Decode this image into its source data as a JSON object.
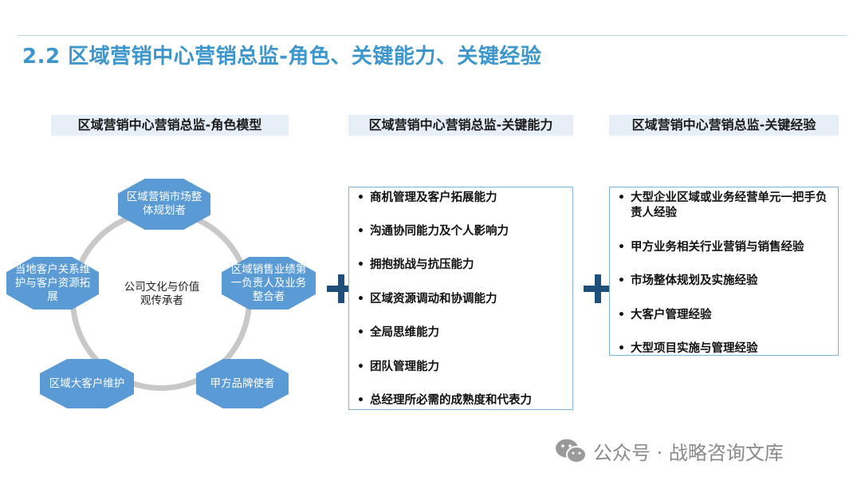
{
  "title": "2.2 区域营销中心营销总监-角色、关键能力、关键经验",
  "columns": {
    "role_header": "区域营销中心营销总监-角色模型",
    "ability_header": "区域营销中心营销总监-关键能力",
    "experience_header": "区域营销中心营销总监-关键经验"
  },
  "role_model": {
    "center": "公司文化与价值观传承者",
    "roles": [
      "区域营销市场整体规划者",
      "区域销售业绩第一负责人及业务整合者",
      "甲方品牌使者",
      "区域大客户维护",
      "当地客户关系维护与客户资源拓展"
    ]
  },
  "abilities": [
    "商机管理及客户拓展能力",
    "沟通协同能力及个人影响力",
    "拥抱挑战与抗压能力",
    "区域资源调动和协调能力",
    "全局思维能力",
    "团队管理能力",
    "总经理所必需的成熟度和代表力"
  ],
  "experiences": [
    "大型企业区域或业务经营单元一把手负责人经验",
    "甲方业务相关行业营销与销售经验",
    "市场整体规划及实施经验",
    "大客户管理经验",
    "大型项目实施与管理经验"
  ],
  "bullet": "•",
  "watermark": "公众号 · 战略咨询文库",
  "colors": {
    "title": "#3d96cc",
    "octagon": "#5b9bd5",
    "plus": "#1f4e79",
    "box_border": "#7fb3d9",
    "header_bg": "#e6eef7"
  }
}
